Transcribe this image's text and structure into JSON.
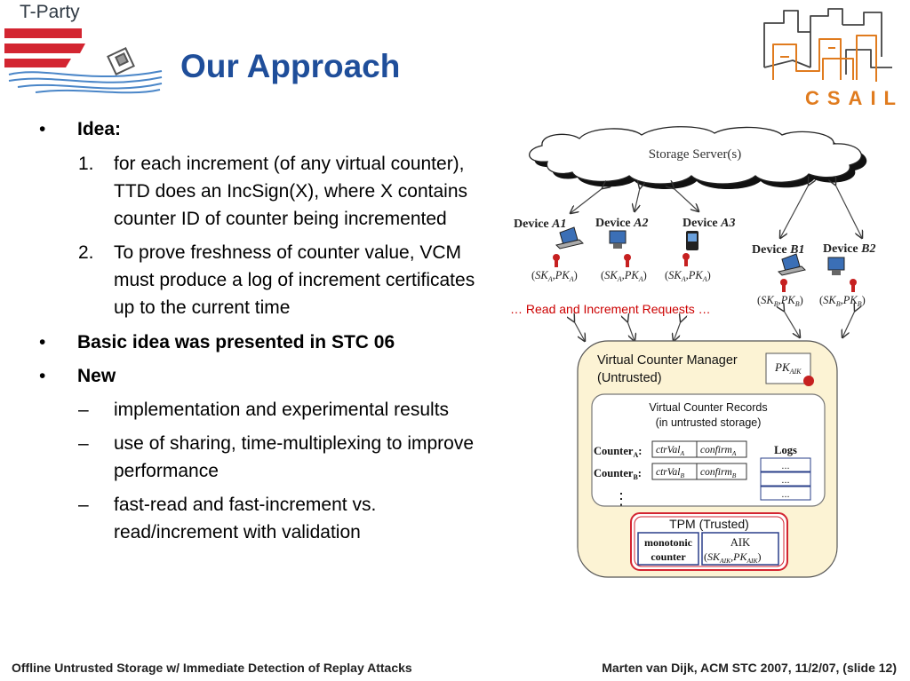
{
  "logo": {
    "text": "T-Party",
    "csail": "CSAIL"
  },
  "title": "Our Approach",
  "bullets": [
    {
      "mark": "•",
      "text": "Idea:"
    },
    {
      "mark": "1.",
      "text": "for each increment (of any virtual counter), TTD does an IncSign(X), where X contains counter ID of counter being incremented"
    },
    {
      "mark": "2.",
      "text": "To prove freshness of counter value, VCM must produce a log of increment certificates up to the current time"
    },
    {
      "mark": "•",
      "text": "Basic idea was presented in STC 06"
    },
    {
      "mark": "•",
      "text": "New"
    },
    {
      "mark": "–",
      "text": "implementation and experimental results"
    },
    {
      "mark": "–",
      "text": "use of sharing, time-multiplexing to improve performance"
    },
    {
      "mark": "–",
      "text": "fast-read and fast-increment vs. read/increment with validation"
    }
  ],
  "diagram": {
    "storage_server": "Storage Server(s)",
    "device_word": "Device",
    "devices": [
      {
        "id": "A1",
        "keys": "(SKA,PKA)"
      },
      {
        "id": "A2",
        "keys": "(SKA,PKA)"
      },
      {
        "id": "A3",
        "keys": "(SKA,PKA)"
      },
      {
        "id": "B1",
        "keys": "(SKB,PKB)"
      },
      {
        "id": "B2",
        "keys": "(SKB,PKB)"
      }
    ],
    "requests_label": "… Read and Increment Requests …",
    "vcm_title": "Virtual Counter Manager",
    "vcm_subtitle": "(Untrusted)",
    "pk_aik": "PKAIK",
    "records_title": "Virtual Counter Records",
    "records_subtitle": "(in untrusted storage)",
    "counter_a": "CounterA:",
    "counter_b": "CounterB:",
    "ctrval_a": "ctrValA",
    "confirm_a": "confirmA",
    "ctrval_b": "ctrValB",
    "confirm_b": "confirmB",
    "vdots": "⋮",
    "logs_title": "Logs",
    "log_entries": [
      "...",
      "...",
      "..."
    ],
    "tpm_title": "TPM",
    "tpm_trusted": "(Trusted)",
    "monotonic_line1": "monotonic",
    "monotonic_line2": "counter",
    "aik_line1": "AIK",
    "aik_keys": "(SKAIK,PKAIK)"
  },
  "footer": {
    "left": "Offline Untrusted Storage w/ Immediate Detection of Replay Attacks",
    "right": "Marten van Dijk, ACM STC 2007, 11/2/07, (slide 12)"
  },
  "colors": {
    "title": "#1f4e9a",
    "stripes": "#d32531",
    "wave": "#4a86c8",
    "csail": "#e07b1e",
    "requests": "#cc0000",
    "vcm_fill": "#fcf3d4",
    "tpm_border": "#d32531"
  }
}
